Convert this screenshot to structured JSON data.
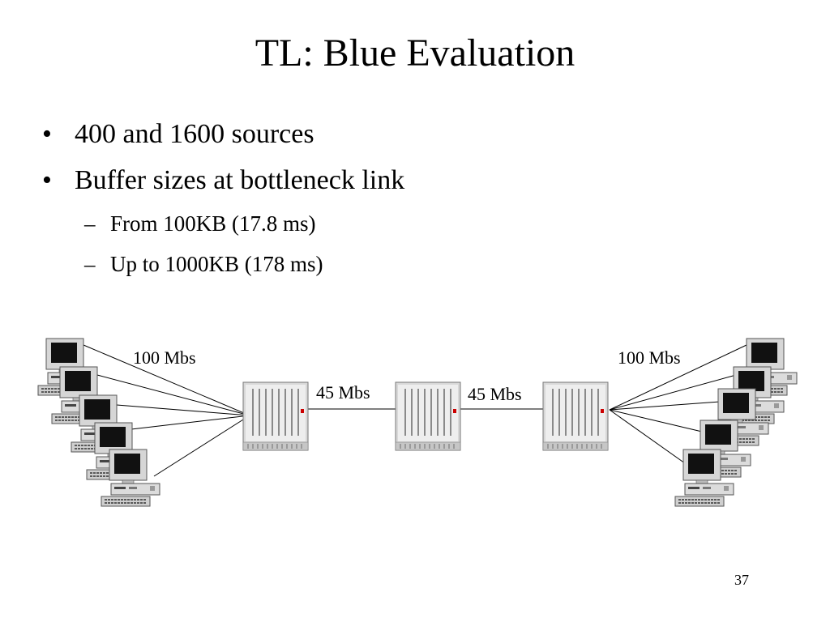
{
  "slide": {
    "title": "TL: Blue Evaluation",
    "bullets": [
      {
        "marker": "•",
        "text": "400 and 1600 sources",
        "level": 1
      },
      {
        "marker": "•",
        "text": "Buffer sizes at bottleneck link",
        "level": 1
      },
      {
        "marker": "–",
        "text": "From 100KB (17.8 ms)",
        "level": 2
      },
      {
        "marker": "–",
        "text": "Up to 1000KB (178 ms)",
        "level": 2
      }
    ],
    "page_number": "37"
  },
  "diagram": {
    "labels": {
      "left_access": "100 Mbs",
      "right_access": "100 Mbs",
      "bottleneck_left": "45 Mbs",
      "bottleneck_right": "45 Mbs"
    },
    "left_host_count": 5,
    "right_host_count": 5,
    "router_count": 3
  }
}
